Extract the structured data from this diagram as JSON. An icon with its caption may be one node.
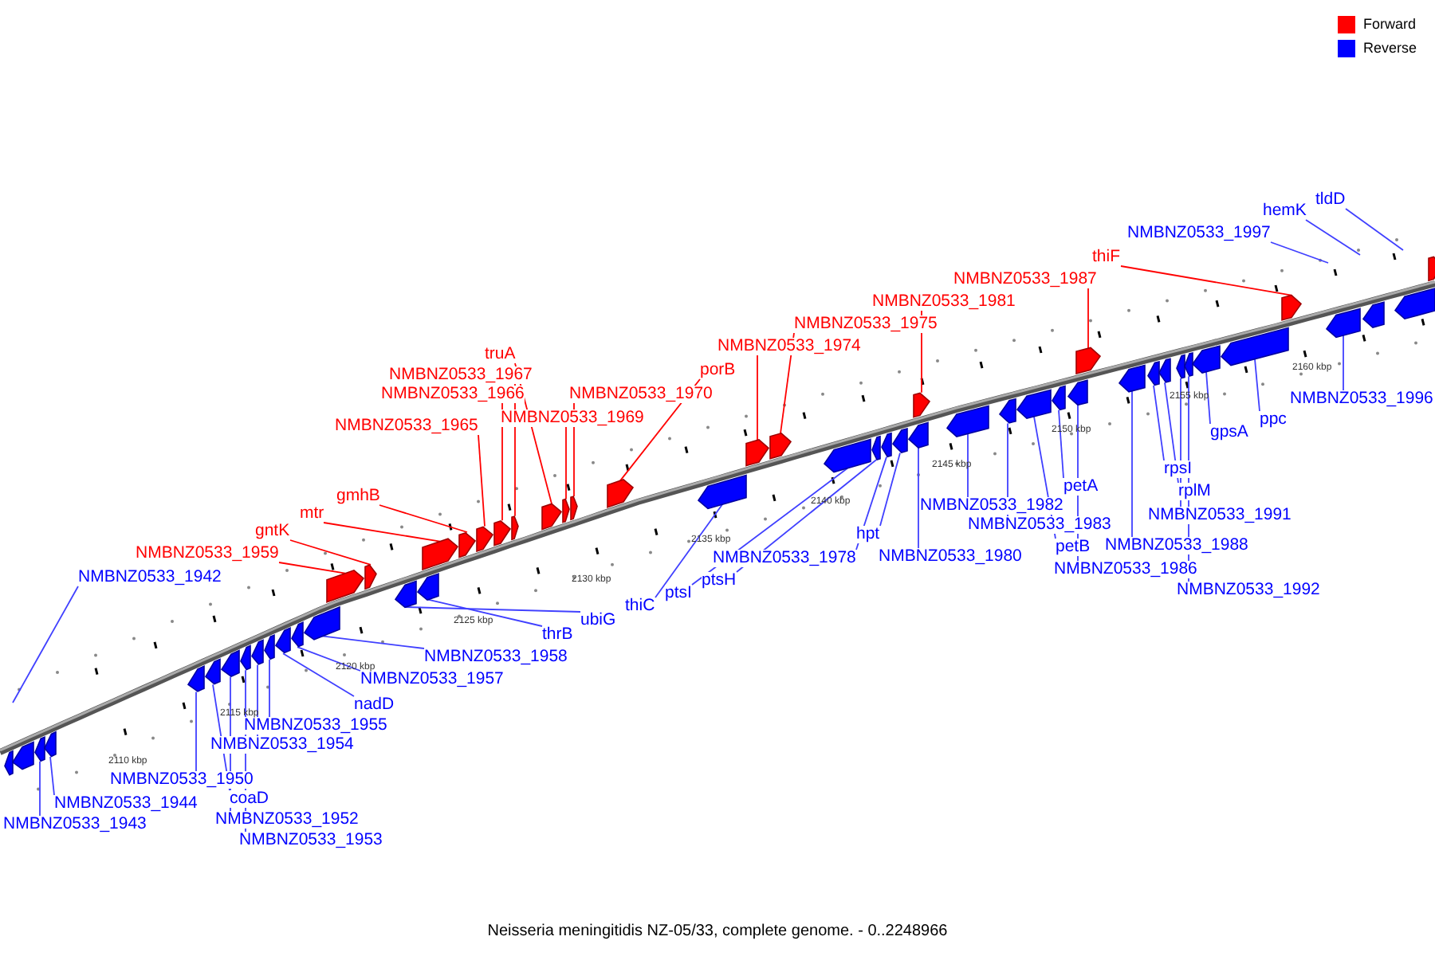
{
  "diagram": {
    "caption": "Neisseria meningitidis NZ-05/33, complete genome. - 0..2248966",
    "nodes": [
      {
        "text": [
          "NMBNZ0533_1942"
        ]
      },
      {
        "text": [
          "NMBNZ0533_1943"
        ]
      },
      {
        "text": [],
        "shape": "arrow"
      },
      {
        "text": [
          "NMBNZ0533_1944"
        ]
      },
      {
        "text": [],
        "shape": "arrow"
      },
      {
        "text": [
          "NMBNZ0533_1950"
        ]
      },
      {
        "text": [],
        "shape": "arrow"
      },
      {
        "text": [
          "coaD"
        ]
      },
      {
        "text": [],
        "shape": "arrow"
      },
      {
        "text": [
          "NMBNZ0533_1952"
        ]
      },
      {
        "text": [],
        "shape": "arrow"
      },
      {
        "text": [
          "NMBNZ0533_1953"
        ]
      },
      {
        "text": [],
        "shape": "arrow"
      },
      {
        "text": [
          "NMBNZ0533_1954"
        ]
      },
      {
        "text": [],
        "shape": "arrow"
      },
      {
        "text": [
          "NMBNZ0533_1955"
        ]
      },
      {
        "text": [],
        "shape": "arrow"
      },
      {
        "text": [
          "nadD"
        ]
      },
      {
        "text": [],
        "shape": "arrow"
      },
      {
        "text": [
          "NMBNZ0533_1957"
        ]
      },
      {
        "text": [],
        "shape": "arrow"
      },
      {
        "text": [
          "NMBNZ0533_1958"
        ]
      },
      {
        "text": [],
        "shape": "arrow"
      },
      {
        "text": [
          "NMBNZ0533_1959"
        ]
      },
      {
        "text": [],
        "shape": "arrow"
      },
      {
        "text": [
          "gntK"
        ]
      },
      {
        "text": [],
        "shape": "arrow"
      },
      {
        "text": [
          "ubiG"
        ]
      },
      {
        "text": [],
        "shape": "arrow"
      },
      {
        "text": [
          "thrB"
        ]
      },
      {
        "text": [],
        "shape": "arrow"
      },
      {
        "text": [
          "mtr"
        ]
      },
      {
        "text": [],
        "shape": "arrow"
      },
      {
        "text": [
          "gmhB"
        ]
      },
      {
        "text": [],
        "shape": "arrow"
      },
      {
        "text": [
          "NMBNZ0533_1965"
        ]
      },
      {
        "text": [],
        "shape": "arrow"
      },
      {
        "text": [
          "NMBNZ0533_1966"
        ]
      },
      {
        "text": [],
        "shape": "arrow"
      },
      {
        "text": [
          "NMBNZ0533_1967"
        ]
      },
      {
        "text": [],
        "shape": "arrow"
      },
      {
        "text": [
          "truA"
        ]
      },
      {
        "text": [],
        "shape": "arrow"
      },
      {
        "text": [
          "NMBNZ0533_1969"
        ]
      },
      {
        "text": [],
        "shape": "arrow"
      },
      {
        "text": [
          "NMBNZ0533_1970"
        ]
      },
      {
        "text": [],
        "shape": "arrow"
      },
      {
        "text": [
          "porB"
        ]
      },
      {
        "text": [],
        "shape": "arrow"
      },
      {
        "text": [
          "thiC"
        ]
      },
      {
        "text": [],
        "shape": "arrow"
      },
      {
        "text": [
          "NMBNZ0533_1974"
        ]
      },
      {
        "text": [],
        "shape": "arrow"
      },
      {
        "text": [
          "NMBNZ0533_1975"
        ]
      },
      {
        "text": [],
        "shape": "arrow"
      },
      {
        "text": [
          "ptsI"
        ]
      },
      {
        "text": [],
        "shape": "arrow"
      },
      {
        "text": [
          "ptsH"
        ]
      },
      {
        "text": [],
        "shape": "arrow"
      },
      {
        "text": [
          "NMBNZ0533_1978"
        ]
      },
      {
        "text": [],
        "shape": "arrow"
      },
      {
        "text": [
          "hpt"
        ]
      },
      {
        "text": [],
        "shape": "arrow"
      },
      {
        "text": [
          "NMBNZ0533_1980"
        ]
      },
      {
        "text": [],
        "shape": "arrow"
      },
      {
        "text": [
          "NMBNZ0533_1981"
        ]
      },
      {
        "text": [],
        "shape": "arrow"
      },
      {
        "text": [
          "NMBNZ0533_1982"
        ]
      },
      {
        "text": [],
        "shape": "arrow"
      },
      {
        "text": [
          "NMBNZ0533_1983"
        ]
      },
      {
        "text": [],
        "shape": "arrow"
      },
      {
        "text": [
          "petB"
        ]
      },
      {
        "text": [],
        "shape": "arrow"
      },
      {
        "text": [
          "petA"
        ]
      },
      {
        "text": [],
        "shape": "arrow"
      },
      {
        "text": [
          "NMBNZ0533_1986"
        ]
      },
      {
        "text": [],
        "shape": "arrow"
      },
      {
        "text": [
          "NMBNZ0533_1987"
        ]
      },
      {
        "text": [],
        "shape": "arrow"
      },
      {
        "text": [
          "NMBNZ0533_1988"
        ]
      },
      {
        "text": [],
        "shape": "arrow"
      },
      {
        "text": [
          "rpsI"
        ]
      },
      {
        "text": [],
        "shape": "arrow"
      },
      {
        "text": [
          "rplM"
        ]
      },
      {
        "text": [],
        "shape": "arrow"
      },
      {
        "text": [
          "NMBNZ0533_1991"
        ]
      },
      {
        "text": [],
        "shape": "arrow"
      },
      {
        "text": [
          "NMBNZ0533_1992"
        ]
      },
      {
        "text": [],
        "shape": "arrow"
      },
      {
        "text": [
          "gpsA"
        ]
      },
      {
        "text": [],
        "shape": "arrow"
      },
      {
        "text": [
          "ppc"
        ]
      },
      {
        "text": [],
        "shape": "arrow"
      },
      {
        "text": [
          "thiF"
        ]
      },
      {
        "text": [],
        "shape": "arrow"
      },
      {
        "text": [
          "NMBNZ0533_1996"
        ]
      },
      {
        "text": [],
        "shape": "arrow"
      },
      {
        "text": [
          "NMBNZ0533_1997"
        ]
      },
      {
        "text": [
          "hemK"
        ]
      },
      {
        "text": [
          "tldD"
        ]
      },
      {
        "text": [],
        "shape": "arrow"
      },
      {
        "text": [],
        "shape": "arrow"
      },
      {
        "text": [],
        "shape": "arrow"
      },
      {
        "text": [],
        "shape": "arrow"
      },
      {
        "text": [],
        "shape": "arrow"
      }
    ],
    "edges": [
      {
        "from": 0,
        "to": null,
        "arrow": "none"
      },
      {
        "from": 1,
        "to": 2,
        "arrow": "none"
      },
      {
        "from": 3,
        "to": 4,
        "arrow": "none"
      },
      {
        "from": 5,
        "to": 6,
        "arrow": "none"
      },
      {
        "from": 7,
        "to": 8,
        "arrow": "none"
      },
      {
        "from": 9,
        "to": 10,
        "arrow": "none"
      },
      {
        "from": 11,
        "to": 12,
        "arrow": "none"
      },
      {
        "from": 13,
        "to": 14,
        "arrow": "none"
      },
      {
        "from": 15,
        "to": 16,
        "arrow": "none"
      },
      {
        "from": 17,
        "to": 18,
        "arrow": "none"
      },
      {
        "from": 19,
        "to": 20,
        "arrow": "none"
      },
      {
        "from": 21,
        "to": 22,
        "arrow": "none"
      },
      {
        "from": 23,
        "to": 24,
        "arrow": "none",
        "color": "#ff0000"
      },
      {
        "from": 25,
        "to": 26,
        "arrow": "none",
        "color": "#ff0000"
      },
      {
        "from": 27,
        "to": 28,
        "arrow": "none"
      },
      {
        "from": 29,
        "to": 30,
        "arrow": "none"
      },
      {
        "from": 31,
        "to": 32,
        "arrow": "none",
        "color": "#ff0000"
      },
      {
        "from": 33,
        "to": 34,
        "arrow": "none",
        "color": "#ff0000"
      },
      {
        "from": 35,
        "to": 36,
        "arrow": "none",
        "color": "#ff0000"
      },
      {
        "from": 37,
        "to": 38,
        "arrow": "none",
        "color": "#ff0000"
      },
      {
        "from": 39,
        "to": 40,
        "arrow": "none",
        "color": "#ff0000"
      },
      {
        "from": 41,
        "to": 42,
        "arrow": "none",
        "color": "#ff0000"
      },
      {
        "from": 43,
        "to": 44,
        "arrow": "none",
        "color": "#ff0000"
      },
      {
        "from": 45,
        "to": 46,
        "arrow": "none",
        "color": "#ff0000"
      },
      {
        "from": 47,
        "to": 48,
        "arrow": "none",
        "color": "#ff0000"
      },
      {
        "from": 49,
        "to": 50,
        "arrow": "none"
      },
      {
        "from": 51,
        "to": 52,
        "arrow": "none",
        "color": "#ff0000"
      },
      {
        "from": 53,
        "to": 54,
        "arrow": "none",
        "color": "#ff0000"
      },
      {
        "from": 55,
        "to": 56,
        "arrow": "none"
      },
      {
        "from": 57,
        "to": 58,
        "arrow": "none"
      },
      {
        "from": 59,
        "to": 60,
        "arrow": "none"
      },
      {
        "from": 61,
        "to": 62,
        "arrow": "none"
      },
      {
        "from": 63,
        "to": 64,
        "arrow": "none"
      },
      {
        "from": 65,
        "to": 66,
        "arrow": "none",
        "color": "#ff0000"
      },
      {
        "from": 67,
        "to": 68,
        "arrow": "none"
      },
      {
        "from": 69,
        "to": 70,
        "arrow": "none"
      },
      {
        "from": 71,
        "to": 72,
        "arrow": "none"
      },
      {
        "from": 73,
        "to": 74,
        "arrow": "none"
      },
      {
        "from": 75,
        "to": 76,
        "arrow": "none"
      },
      {
        "from": 77,
        "to": 78,
        "arrow": "none",
        "color": "#ff0000"
      },
      {
        "from": 79,
        "to": 80,
        "arrow": "none"
      },
      {
        "from": 81,
        "to": 82,
        "arrow": "none"
      },
      {
        "from": 83,
        "to": 84,
        "arrow": "none"
      },
      {
        "from": 85,
        "to": 86,
        "arrow": "none"
      },
      {
        "from": 87,
        "to": 88,
        "arrow": "none"
      },
      {
        "from": 89,
        "to": 90,
        "arrow": "none"
      },
      {
        "from": 91,
        "to": 92,
        "arrow": "none"
      },
      {
        "from": 93,
        "to": 94,
        "arrow": "none",
        "color": "#ff0000"
      },
      {
        "from": 95,
        "to": 96,
        "arrow": "none"
      },
      {
        "from": 97,
        "to": null,
        "arrow": "none"
      },
      {
        "from": 98,
        "to": null,
        "arrow": "none"
      },
      {
        "from": 99,
        "to": null,
        "arrow": "none"
      }
    ],
    "labels": [
      "2110 kbp",
      "2115 kbp",
      "2120 kbp",
      "2125 kbp",
      "2130 kbp",
      "2135 kbp",
      "2140 kbp",
      "2145 kbp",
      "2150 kbp",
      "2155 kbp",
      "2160 kbp"
    ],
    "legend": [
      {
        "text": "Forward",
        "color": "#ff0000"
      },
      {
        "text": "Reverse",
        "color": "#0000ff"
      }
    ]
  }
}
